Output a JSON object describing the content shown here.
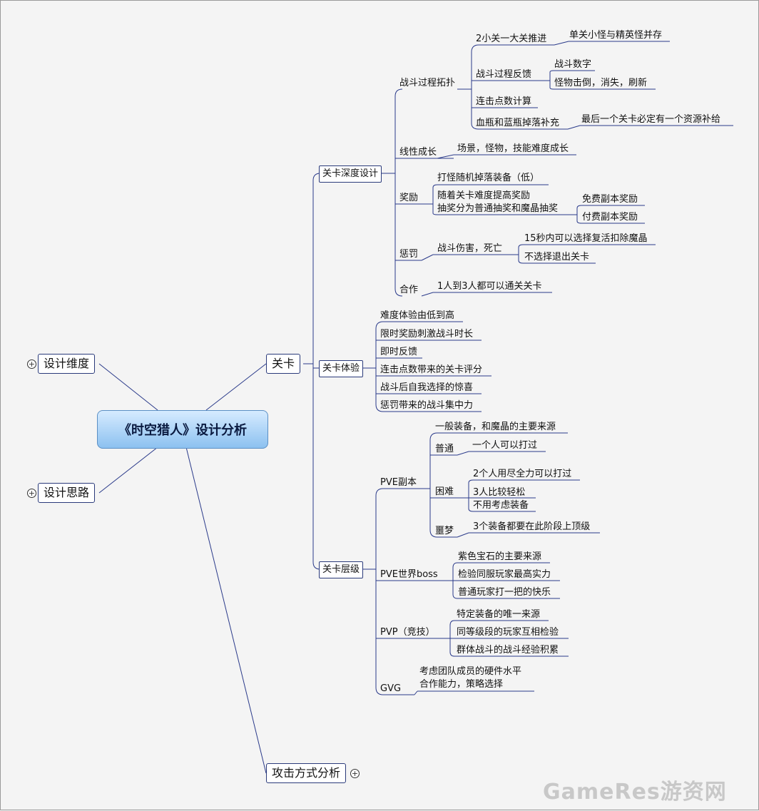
{
  "root": {
    "title": "《时空猎人》设计分析"
  },
  "main": {
    "design_dimension": "设计维度",
    "design_idea": "设计思路",
    "level": "关卡",
    "attack_analysis": "攻击方式分析"
  },
  "depth": {
    "title": "关卡深度设计",
    "battle_topology": {
      "label": "战斗过程拓扑",
      "push": "2小关一大关推进",
      "push_detail": "单关小怪与精英怪并存",
      "feedback": "战斗过程反馈",
      "fb_numbers": "战斗数字",
      "fb_monster": "怪物击倒，消失，刷新",
      "combo": "连击点数计算",
      "potion": "血瓶和蓝瓶掉落补充",
      "potion_detail": "最后一个关卡必定有一个资源补给"
    },
    "linear": {
      "label": "线性成长",
      "detail": "场景，怪物，技能难度成长"
    },
    "reward": {
      "label": "奖励",
      "drop": "打怪随机掉落装备（低）",
      "increase_1": "随着关卡难度提高奖励",
      "increase_2": "抽奖分为普通抽奖和魔晶抽奖",
      "free": "免费副本奖励",
      "paid": "付费副本奖励"
    },
    "penalty": {
      "label": "惩罚",
      "death": "战斗伤害，死亡",
      "revive": "15秒内可以选择复活扣除魔晶",
      "exit": "不选择退出关卡"
    },
    "coop": {
      "label": "合作",
      "detail": "1人到3人都可以通关关卡"
    }
  },
  "experience": {
    "title": "关卡体验",
    "items": [
      "难度体验由低到高",
      "限时奖励刺激战斗时长",
      "即时反馈",
      "连击点数带来的关卡评分",
      "战斗后自我选择的惊喜",
      "惩罚带来的战斗集中力"
    ]
  },
  "tiers": {
    "title": "关卡层级",
    "pve": {
      "label": "PVE副本",
      "gear": "一般装备，和魔晶的主要来源",
      "normal": "普通",
      "normal_detail": "一个人可以打过",
      "hard": "困难",
      "hard_1": "2个人用尽全力可以打过",
      "hard_2": "3人比较轻松",
      "hard_3": "不用考虑装备",
      "nightmare": "噩梦",
      "nightmare_detail": "3个装备都要在此阶段上顶级"
    },
    "boss": {
      "label": "PVE世界boss",
      "items": [
        "紫色宝石的主要来源",
        "检验同服玩家最高实力",
        "普通玩家打一把的快乐"
      ]
    },
    "pvp": {
      "label": "PVP（竞技）",
      "items": [
        "特定装备的唯一来源",
        "同等级段的玩家互相检验",
        "群体战斗的战斗经验积累"
      ]
    },
    "gvg": {
      "label": "GVG",
      "line1": "考虑团队成员的硬件水平",
      "line2": "合作能力，策略选择"
    }
  },
  "watermark": "GameRes游资网",
  "colors": {
    "line": "#2a3a8a",
    "root_top": "#d6ebff",
    "root_bottom": "#8cc1f0"
  }
}
